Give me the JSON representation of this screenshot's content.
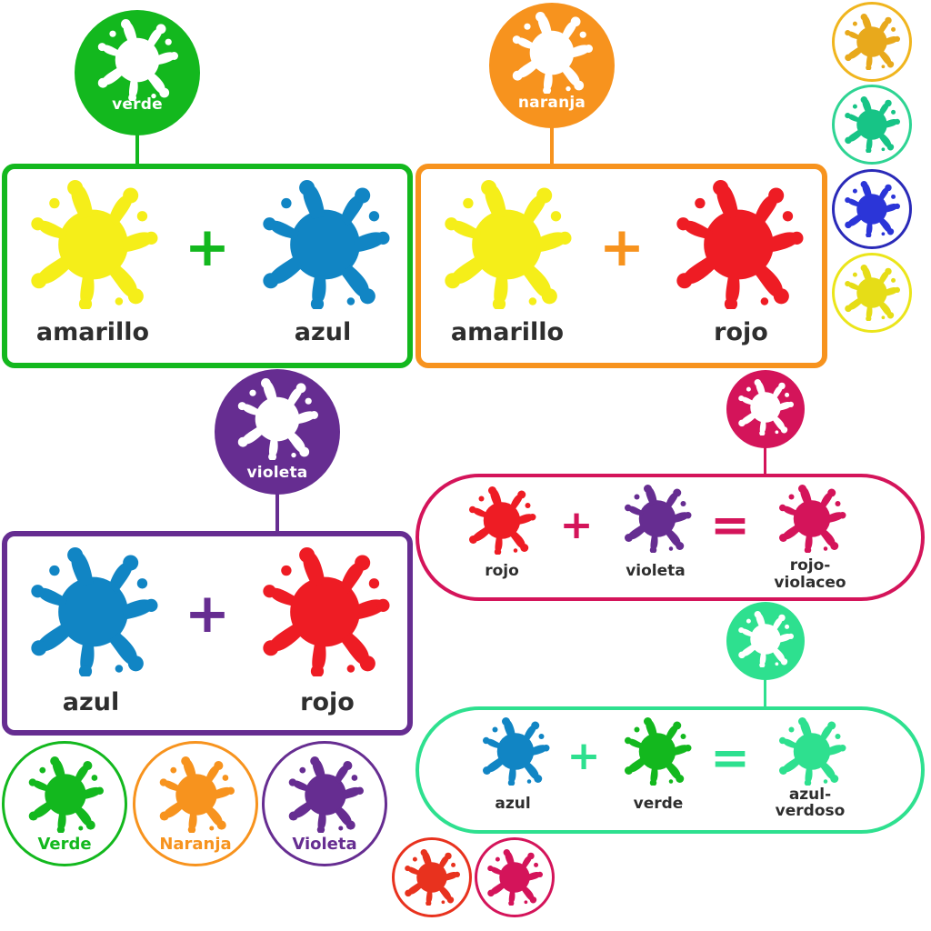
{
  "colors": {
    "green": "#13b81e",
    "orange": "#f7931e",
    "purple": "#662d91",
    "crimson": "#d4145a",
    "mint": "#2ee08f",
    "yellow": "#f5ee19",
    "blue": "#1185c4",
    "red": "#ee1c24",
    "text": "#2e2e2e"
  },
  "mixes": {
    "verde": {
      "result_label": "verde",
      "left_label": "amarillo",
      "right_label": "azul",
      "operator": "+"
    },
    "naranja": {
      "result_label": "naranja",
      "left_label": "amarillo",
      "right_label": "rojo",
      "operator": "+"
    },
    "violeta": {
      "result_label": "violeta",
      "left_label": "azul",
      "right_label": "rojo",
      "operator": "+"
    },
    "rojo_violaceo": {
      "left_label": "rojo",
      "middle_label": "violeta",
      "result_line1": "rojo-",
      "result_line2": "violaceo",
      "plus": "+",
      "equals": "="
    },
    "azul_verdoso": {
      "left_label": "azul",
      "middle_label": "verde",
      "result_line1": "azul-",
      "result_line2": "verdoso",
      "plus": "+",
      "equals": "="
    }
  },
  "color_chips": {
    "verde": "Verde",
    "naranja": "Naranja",
    "violeta": "Violeta"
  },
  "icons": [
    "paint-splat-icon"
  ]
}
